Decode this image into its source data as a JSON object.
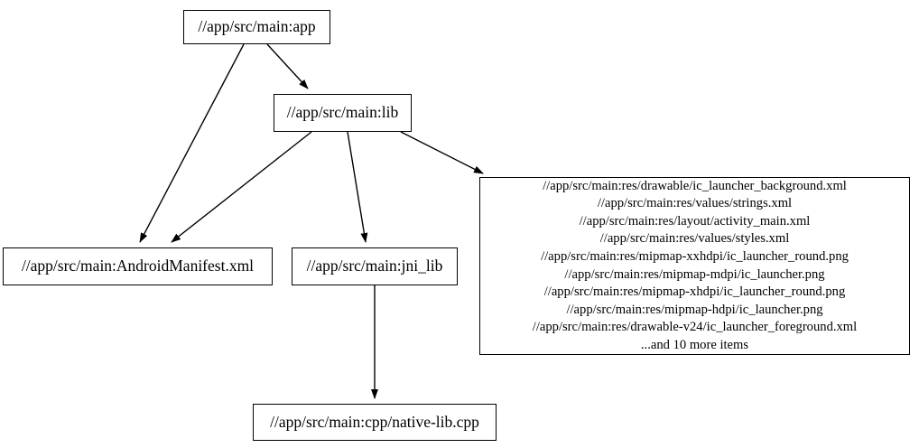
{
  "graph": {
    "type": "directed-dependency-graph",
    "background_color": "#ffffff",
    "node_border_color": "#000000",
    "edge_color": "#000000",
    "nodes": [
      {
        "id": "app",
        "label": "//app/src/main:app"
      },
      {
        "id": "lib",
        "label": "//app/src/main:lib"
      },
      {
        "id": "manifest",
        "label": "//app/src/main:AndroidManifest.xml"
      },
      {
        "id": "jni_lib",
        "label": "//app/src/main:jni_lib"
      },
      {
        "id": "native_lib",
        "label": "//app/src/main:cpp/native-lib.cpp"
      },
      {
        "id": "res",
        "label": "//app/src/main:res/drawable/ic_launcher_background.xml\n//app/src/main:res/values/strings.xml\n//app/src/main:res/layout/activity_main.xml\n//app/src/main:res/values/styles.xml\n//app/src/main:res/mipmap-xxhdpi/ic_launcher_round.png\n//app/src/main:res/mipmap-mdpi/ic_launcher.png\n//app/src/main:res/mipmap-xhdpi/ic_launcher_round.png\n//app/src/main:res/mipmap-hdpi/ic_launcher.png\n//app/src/main:res/drawable-v24/ic_launcher_foreground.xml\n...and 10 more items",
        "lines": [
          "//app/src/main:res/drawable/ic_launcher_background.xml",
          "//app/src/main:res/values/strings.xml",
          "//app/src/main:res/layout/activity_main.xml",
          "//app/src/main:res/values/styles.xml",
          "//app/src/main:res/mipmap-xxhdpi/ic_launcher_round.png",
          "//app/src/main:res/mipmap-mdpi/ic_launcher.png",
          "//app/src/main:res/mipmap-xhdpi/ic_launcher_round.png",
          "//app/src/main:res/mipmap-hdpi/ic_launcher.png",
          "//app/src/main:res/drawable-v24/ic_launcher_foreground.xml",
          "...and 10 more items"
        ]
      }
    ],
    "edges": [
      {
        "id": "app-to-lib",
        "from": "app",
        "to": "lib"
      },
      {
        "id": "app-to-manifest",
        "from": "app",
        "to": "manifest"
      },
      {
        "id": "lib-to-manifest",
        "from": "lib",
        "to": "manifest"
      },
      {
        "id": "lib-to-jni-lib",
        "from": "lib",
        "to": "jni_lib"
      },
      {
        "id": "lib-to-res",
        "from": "lib",
        "to": "res"
      },
      {
        "id": "jni-lib-to-native-lib",
        "from": "jni_lib",
        "to": "native_lib"
      }
    ]
  }
}
